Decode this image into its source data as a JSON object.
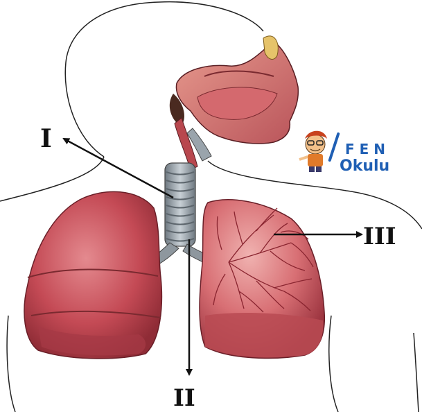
{
  "labels": {
    "trachea": "I",
    "bronchus": "II",
    "alveoli": "III"
  },
  "logo": {
    "line1": "F E N",
    "line2": "Okulu"
  },
  "colors": {
    "lung": "#c44a55",
    "lung_dark": "#8f2c36",
    "lung_light": "#e07c82",
    "trachea": "#9aa4ac",
    "outline": "#222222",
    "arrow": "#111111",
    "logo_blue": "#1f5fb4",
    "logo_orange": "#f08a24"
  }
}
